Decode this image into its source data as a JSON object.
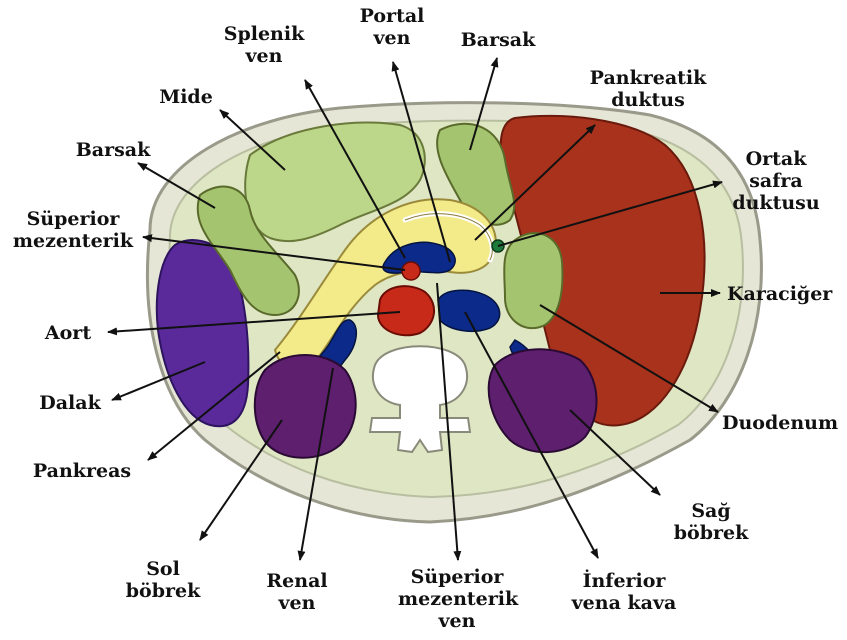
{
  "labels": {
    "portal_vein": "Portal\nven",
    "splenic_vein": "Splenik\nven",
    "bowel_top": "Barsak",
    "stomach": "Mide",
    "pancreatic_duct": "Pankreatik\nduktus",
    "bowel_left": "Barsak",
    "common_bile_duct": "Ortak\nsafra\nduktusu",
    "superior_mesenteric_artery": "Süperior\nmezenterik",
    "liver": "Karaciğer",
    "aorta": "Aort",
    "spleen": "Dalak",
    "duodenum": "Duodenum",
    "pancreas": "Pankreas",
    "right_kidney": "Sağ\nböbrek",
    "left_kidney": "Sol\nböbrek",
    "renal_vein": "Renal\nven",
    "superior_mesenteric_vein": "Süperior\nmezenterik\nven",
    "inferior_vena_cava": "İnferior\nvena kava"
  },
  "colors": {
    "body_wall": "#e6e6d6",
    "body_outline": "#9a9a8a",
    "cavity": "#dfe6c4",
    "liver": "#a8321c",
    "spleen": "#5a2a9a",
    "kidney": "#5e1f6e",
    "bowel": "#a4c470",
    "stomach": "#bcd68a",
    "pancreas": "#f3eb8a",
    "aorta": "#c82a1a",
    "vein": "#0c2a8a",
    "vertebra": "#ffffff",
    "arrow": "#111111"
  }
}
